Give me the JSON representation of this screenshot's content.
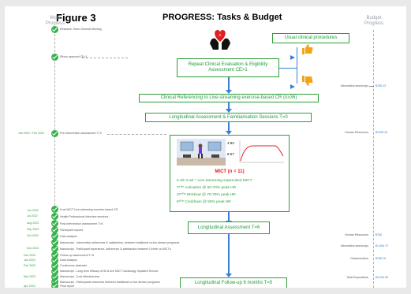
{
  "figure_label": "Figure 3",
  "title": "PROGRESS: Tasks & Budget",
  "columns": {
    "work_progress": "Work Progress",
    "budget_progress": "Budget Progress"
  },
  "flow": {
    "usual_care": "Usual clinical procedures",
    "repeat_eval": "Repeat Clinical Evaluation & Eligibility Assessment CE>1",
    "referencing": "Clinical Referencing to Live-streaming exercise-based CR (n≥36)",
    "longitudinal_baseline": "Longitudinal Assessment & Familiarisation Sessions T=0",
    "longitudinal_mid": "Longitudinal Assessment T=6",
    "longitudinal_followup": "Longitudinal Follow-up 6 months T=5"
  },
  "mict": {
    "title": "MICT (n = 11)",
    "bullets": [
      "6 wk 3 wk⁻¹ Live-streaming supervised MICT",
      "T¹⁰ᵐ Activation @ 50-70% peak HR",
      "37¹⁰ᵐ Workout @ 70-75% peak HR",
      "6¹⁰ᵐ Cooldown @ 50% peak HR"
    ],
    "stat1": "4:93",
    "stat2": "8:57"
  },
  "timeline": [
    {
      "date": "",
      "text": "Research Team General Meeting"
    },
    {
      "date": "",
      "text": "Ethics approval CE=1"
    },
    {
      "date": "Jan 2022 / Feb 2022",
      "text": "Pre-intervention assessment T=0"
    },
    {
      "date": "Jun 2022",
      "text": "6 wk MICT Live-streaming exercise-based CR"
    },
    {
      "date": "Jul 2022",
      "text": "Health Professional interview sessions"
    },
    {
      "date": "Aug 2022",
      "text": "Post-intervention assessment T=6"
    },
    {
      "date": "Sep 2022",
      "text": "Participant reports"
    },
    {
      "date": "Oct 2022",
      "text": "Data analysis"
    },
    {
      "date": "",
      "text": "Manuscript - Intervention adherence & satisfaction, between traditional vs live-stream programs"
    },
    {
      "date": "Nov 2022",
      "text": "Manuscript - Participant experience, adherence & satisfaction between Centre vs MICT's"
    },
    {
      "date": "Dec 2022",
      "text": "Follow-up assessment T=5"
    },
    {
      "date": "Jan 2023",
      "text": "Data analysis"
    },
    {
      "date": "Feb 2023",
      "text": "Conference abstracts"
    },
    {
      "date": "",
      "text": "Manuscript - Long term efficacy of IM & live MICT Cardiology Inpatient Service"
    },
    {
      "date": "Mar 2023",
      "text": "Manuscript - Cost effectiveness"
    },
    {
      "date": "",
      "text": "Manuscript - Participants outcomes between traditional vs live-stream programs"
    },
    {
      "date": "Apr 2023",
      "text": "Final report"
    }
  ],
  "budget": [
    {
      "label": "Information session(s)",
      "value": "$785.23"
    },
    {
      "label": "Human Resources",
      "value": "$1299.15"
    },
    {
      "label": "Human Resources",
      "value": "$784"
    },
    {
      "label": "Information session(s)",
      "value": "$1,054.72"
    },
    {
      "label": "Dissemination",
      "value": "$785.15"
    },
    {
      "label": "Total Expenditure",
      "value": "$4,234.35"
    }
  ],
  "colors": {
    "green": "#2e9e3a",
    "blue_arrow": "#3a7fd5",
    "red_accent": "#e02020",
    "orange_thumb": "#f3a31b"
  },
  "icons": [
    "heart-hands-icon",
    "thumbs-up-icon",
    "thumbs-down-icon",
    "check-icon"
  ]
}
